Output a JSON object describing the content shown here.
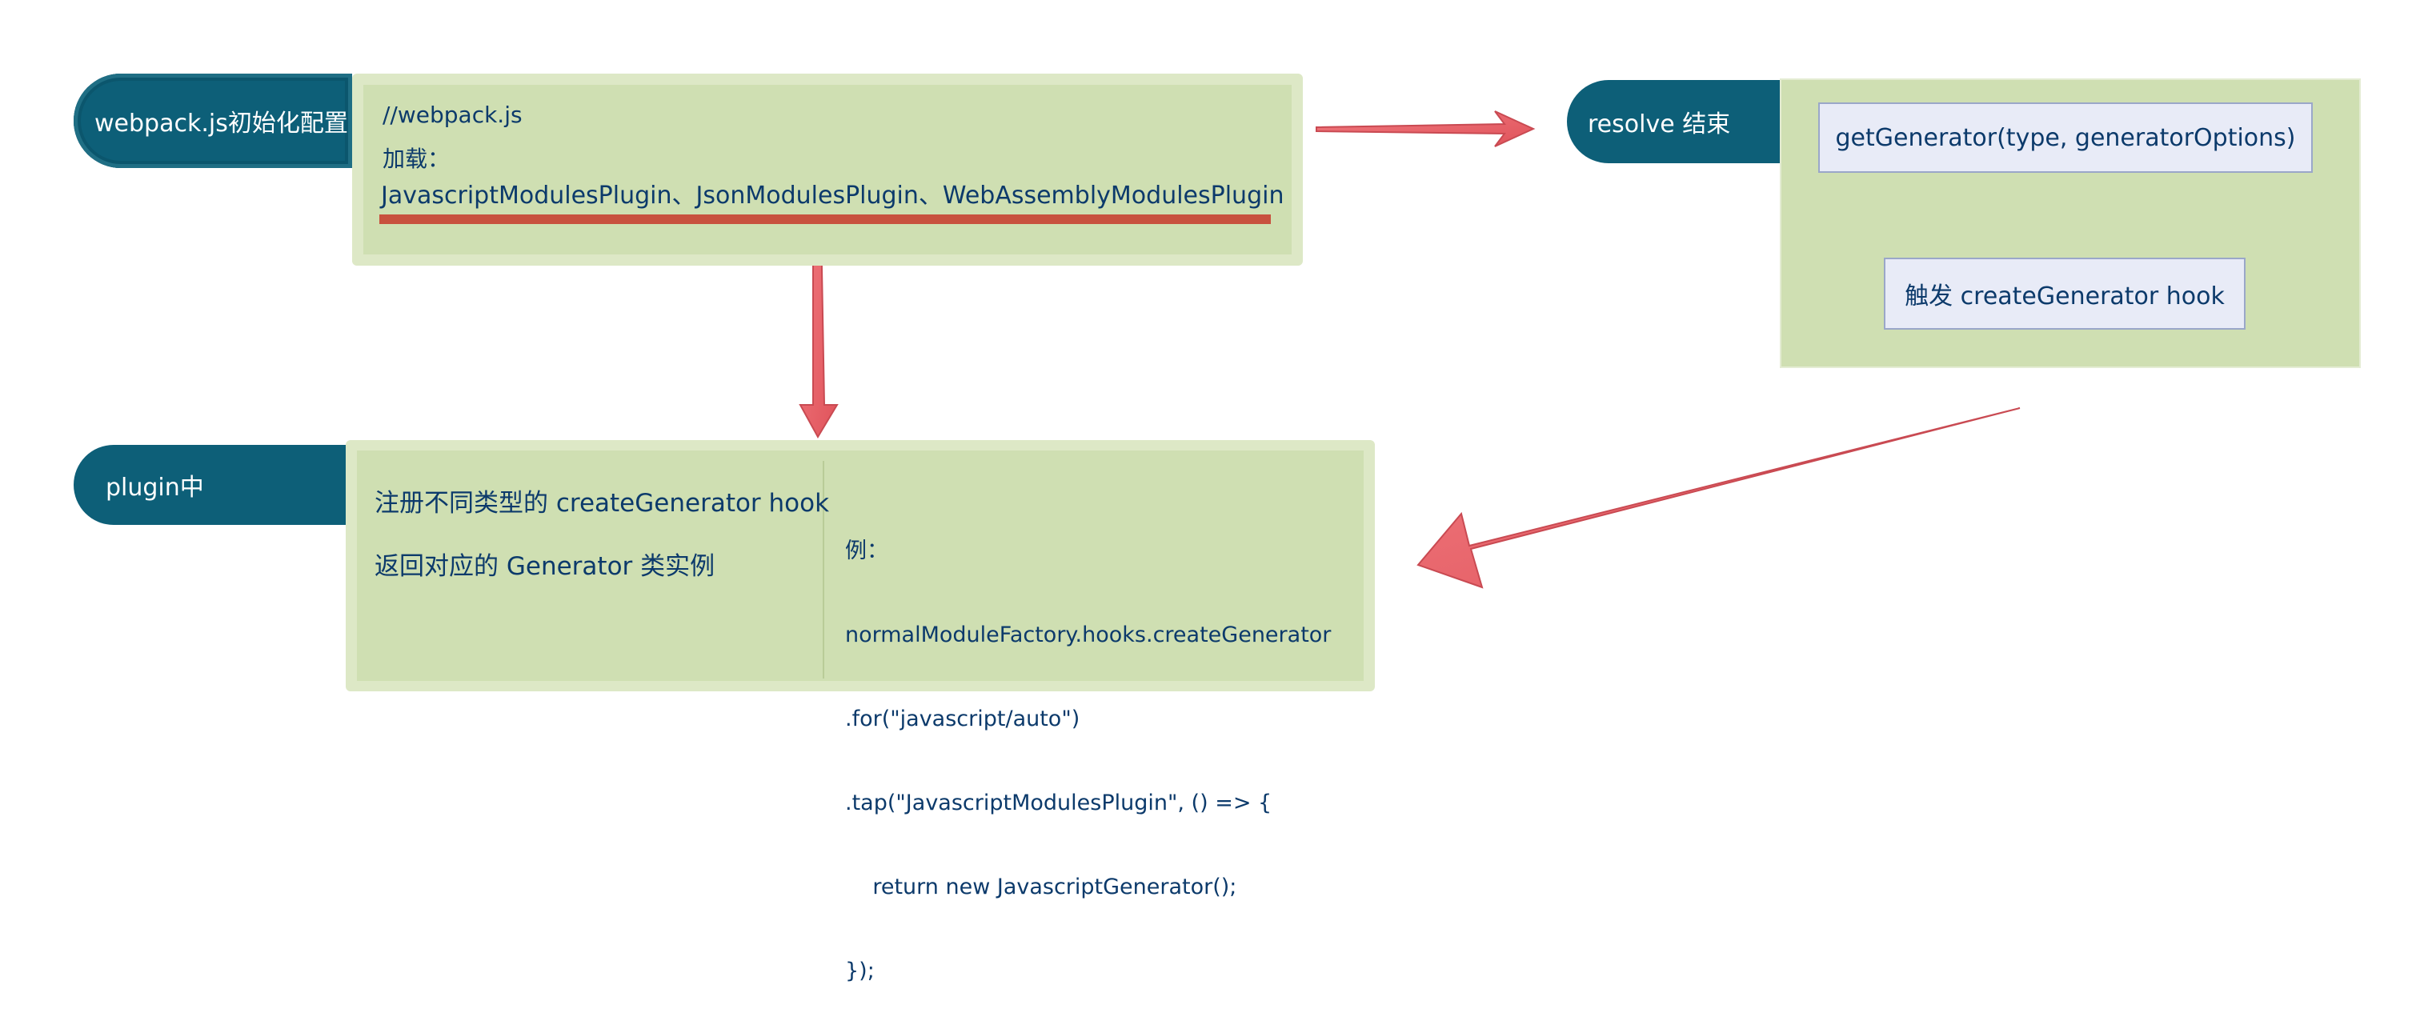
{
  "labels": {
    "init_config": "webpack.js初始化配置",
    "resolve_end": "resolve 结束",
    "in_plugin": "plugin中"
  },
  "init_box": {
    "comment": "//webpack.js",
    "load_label": "加载：",
    "plugins": "JavascriptModulesPlugin、JsonModulesPlugin、WebAssemblyModulesPlugin"
  },
  "resolve_box": {
    "get_generator": "getGenerator(type, generatorOptions)",
    "trigger_hook": "触发 createGenerator hook"
  },
  "plugin_box": {
    "register": "注册不同类型的 createGenerator hook",
    "return_instance": "返回对应的 Generator 类实例",
    "example_lines": [
      "例：",
      "normalModuleFactory.hooks.createGenerator",
      ".for(\"javascript/auto\")",
      ".tap(\"JavascriptModulesPlugin\", () => {",
      "    return new JavascriptGenerator();",
      "});"
    ]
  },
  "colors": {
    "pill": "#0d5f78",
    "box_fill": "#cfdfb2",
    "box_border": "#dde8c6",
    "arrow": "#e8636b",
    "accent_bar": "#c8513e",
    "text": "#0c3a6b"
  }
}
